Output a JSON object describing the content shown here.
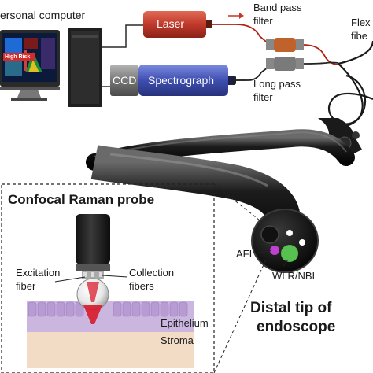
{
  "labels": {
    "personal_computer": "ersonal computer",
    "laser": "Laser",
    "band_pass_filter": [
      "Band pass",
      "filter"
    ],
    "flexible_fiber": [
      "Flex",
      "fibe"
    ],
    "ccd": "CCD",
    "spectrograph": "Spectrograph",
    "long_pass_filter": [
      "Long pass",
      "filter"
    ],
    "monitor_badge": "High Risk",
    "probe_title": "Confocal Raman probe",
    "excitation_fiber": [
      "Excitation",
      "fiber"
    ],
    "collection_fibers": [
      "Collection",
      "fibers"
    ],
    "epithelium": "Epithelium",
    "stroma": "Stroma",
    "afi": "AFI",
    "wlr_nbi": "WLR/NBI",
    "distal_tip": [
      "Distal tip of",
      "endoscope"
    ]
  },
  "colors": {
    "laser_body": "#c0392b",
    "spectrograph_body": "#3f4fb0",
    "ccd_body": "#777777",
    "filter_copper": "#c0622b",
    "excitation_beam": "#d81b2b",
    "epithelium_layer": "#cbb6df",
    "stroma_layer": "#f2dcc6",
    "afi_spot": "#c040d0",
    "wlr_spot": "#58c050",
    "monitor_badge": "#d42a2a"
  }
}
